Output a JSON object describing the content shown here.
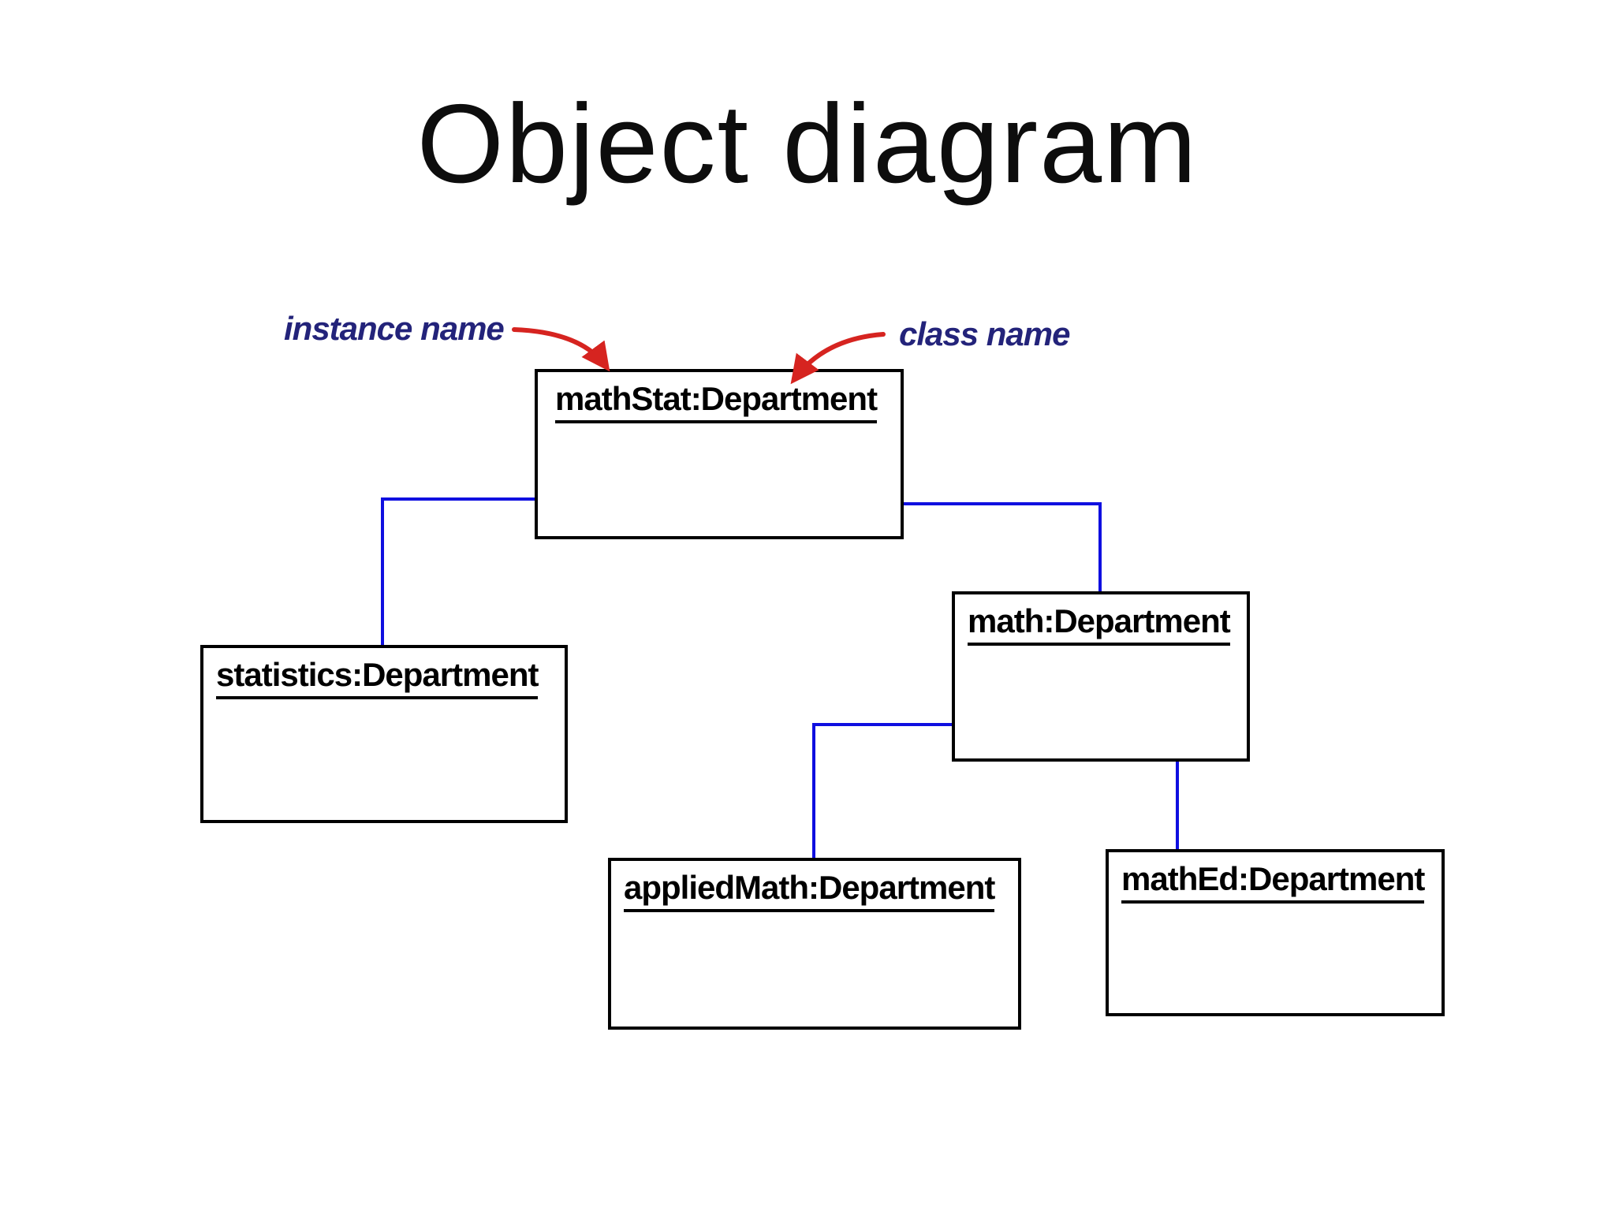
{
  "slide": {
    "title": "Object diagram"
  },
  "annotations": {
    "instance_label": "instance name",
    "class_label": "class name"
  },
  "diagram": {
    "type": "uml-object-diagram",
    "nodes": [
      {
        "id": "mathStat",
        "title": "mathStat:Department"
      },
      {
        "id": "statistics",
        "title": "statistics:Department"
      },
      {
        "id": "math",
        "title": "math:Department"
      },
      {
        "id": "appliedMath",
        "title": "appliedMath:Department"
      },
      {
        "id": "mathEd",
        "title": "mathEd:Department"
      }
    ],
    "edges": [
      {
        "from": "mathStat",
        "to": "statistics"
      },
      {
        "from": "mathStat",
        "to": "math"
      },
      {
        "from": "math",
        "to": "appliedMath"
      },
      {
        "from": "math",
        "to": "mathEd"
      }
    ]
  },
  "colors": {
    "background": "#ffffff",
    "title_text": "#0d0d0d",
    "box_border": "#000000",
    "connector_blue": "#0f0fe0",
    "annotation_navy": "#23237a",
    "arrow_red": "#d62420"
  }
}
